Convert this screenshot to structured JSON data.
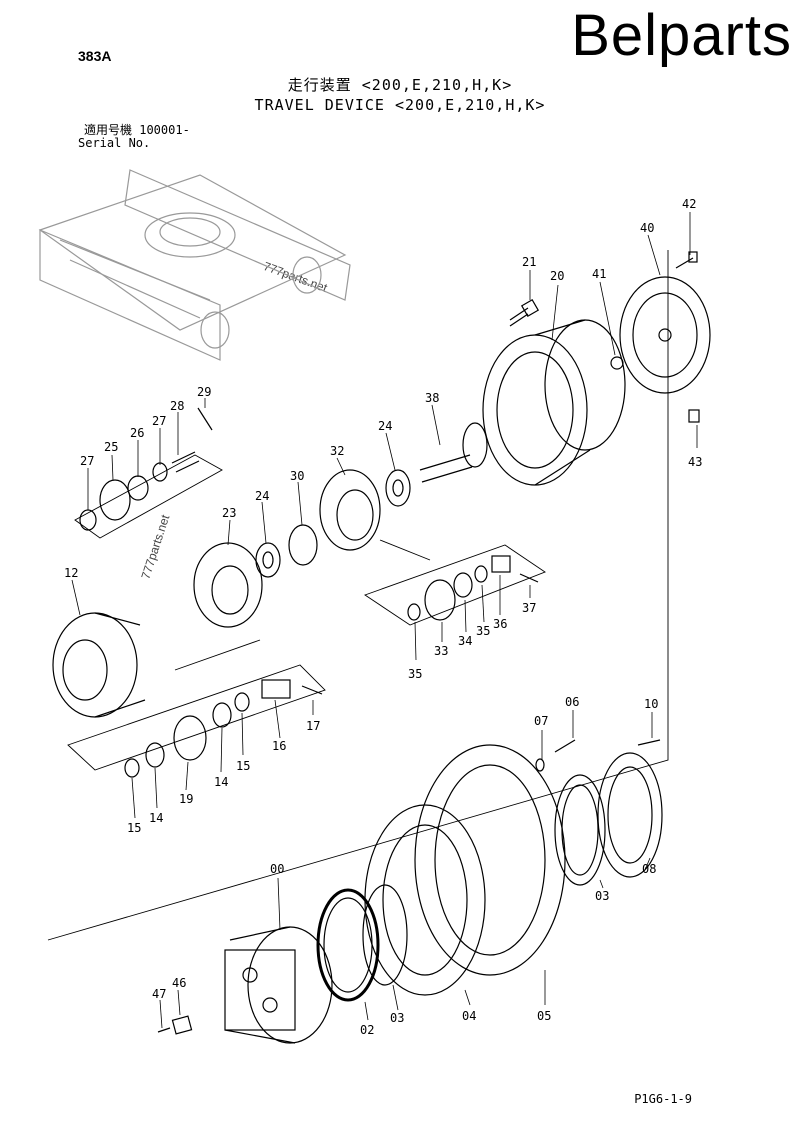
{
  "brand": "Belparts",
  "page_number": "383A",
  "title_jp": "走行装置 <200,E,210,H,K>",
  "title_en": "TRAVEL DEVICE <200,E,210,H,K>",
  "serial_jp": "適用号機  100001-",
  "serial_en": "Serial No.",
  "drawing_code": "P1G6-1-9",
  "watermarks": [
    "777parts.net",
    "777parts.net"
  ],
  "callouts": [
    "00",
    "02",
    "03",
    "03",
    "04",
    "05",
    "06",
    "07",
    "08",
    "10",
    "12",
    "14",
    "14",
    "15",
    "15",
    "15",
    "16",
    "17",
    "19",
    "20",
    "21",
    "23",
    "24",
    "24",
    "25",
    "26",
    "27",
    "27",
    "28",
    "29",
    "30",
    "32",
    "33",
    "34",
    "35",
    "35",
    "36",
    "37",
    "38",
    "40",
    "41",
    "42",
    "43",
    "46",
    "47"
  ]
}
